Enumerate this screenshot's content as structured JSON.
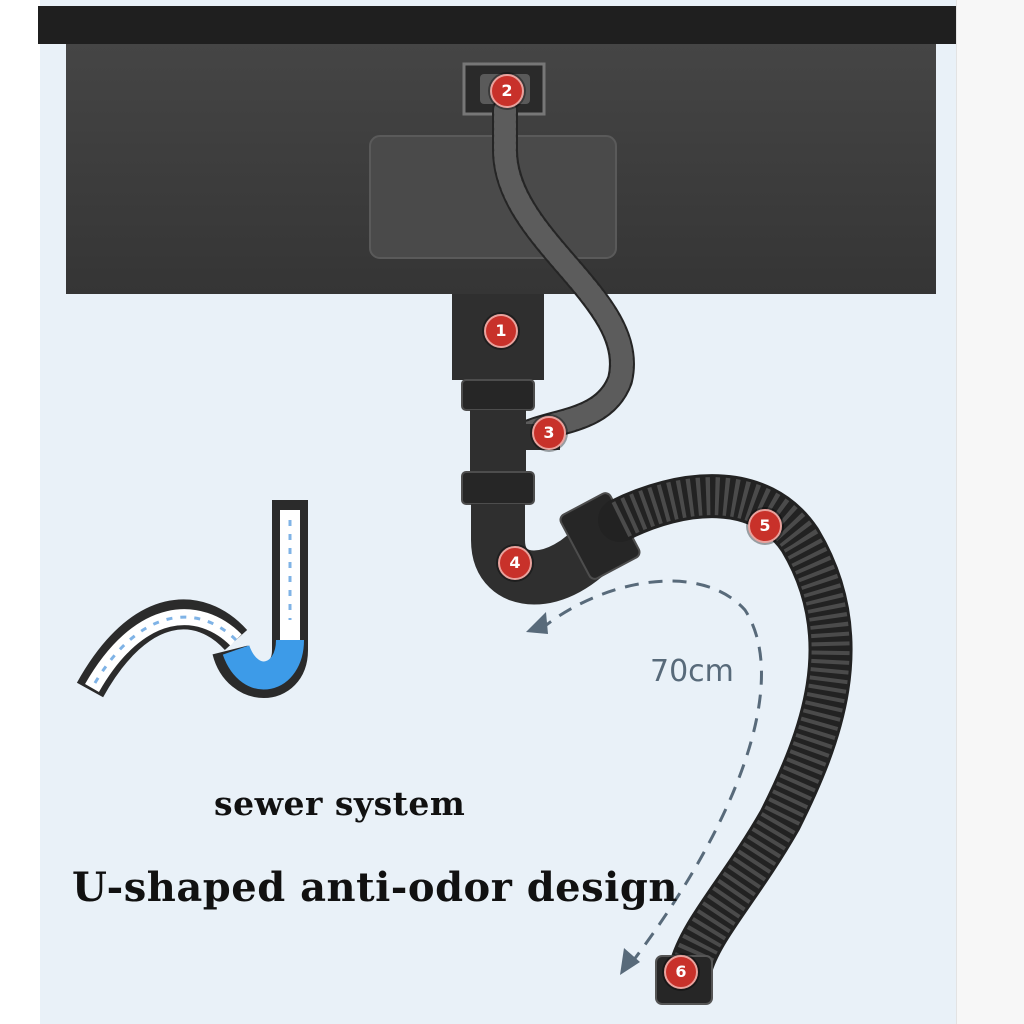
{
  "captions": {
    "line1": "sewer system",
    "line2": "U-shaped anti-odor design"
  },
  "measurement": "70cm",
  "badges": [
    "1",
    "2",
    "3",
    "4",
    "5",
    "6"
  ],
  "colors": {
    "background": "#e9f1f8",
    "sink": "#3b3b3b",
    "pipe": "#2e2e2e",
    "badge": "#c8312a",
    "arrow": "#586a7a",
    "water": "#3d9be8"
  }
}
